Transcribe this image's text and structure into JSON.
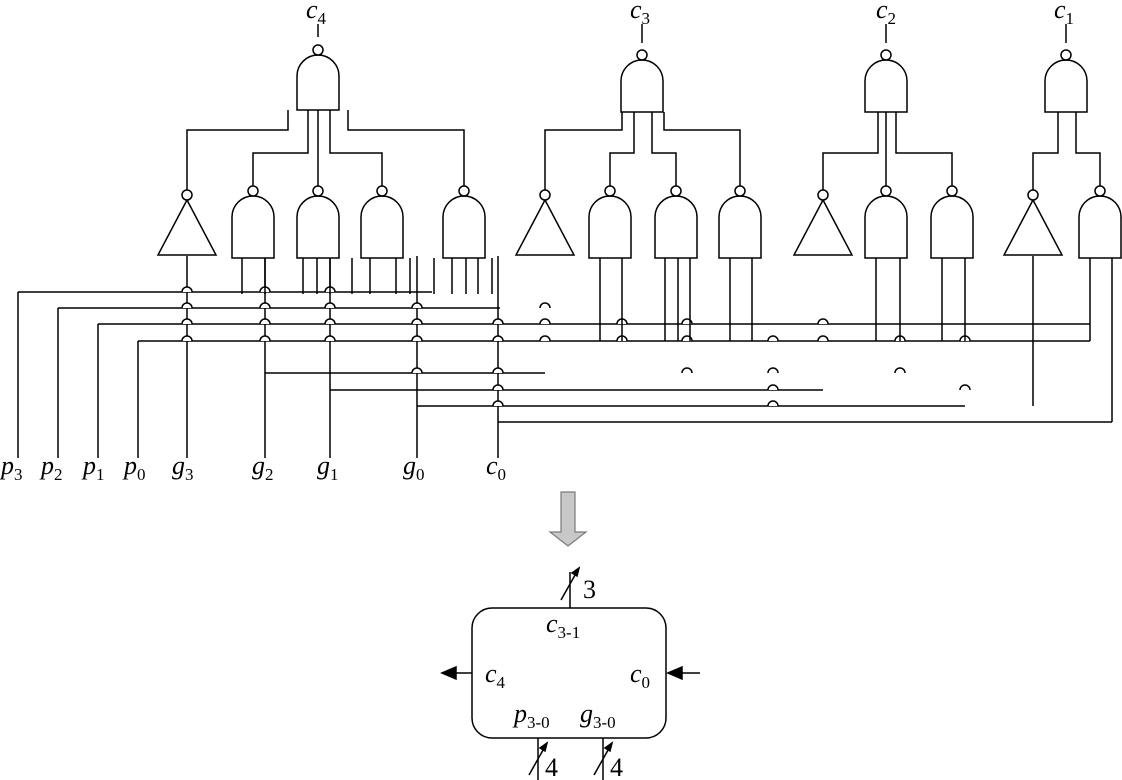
{
  "outputs": [
    {
      "name": "c",
      "sub": "4"
    },
    {
      "name": "c",
      "sub": "3"
    },
    {
      "name": "c",
      "sub": "2"
    },
    {
      "name": "c",
      "sub": "1"
    }
  ],
  "inputs": [
    {
      "name": "p",
      "sub": "3"
    },
    {
      "name": "p",
      "sub": "2"
    },
    {
      "name": "p",
      "sub": "1"
    },
    {
      "name": "p",
      "sub": "0"
    },
    {
      "name": "g",
      "sub": "3"
    },
    {
      "name": "g",
      "sub": "2"
    },
    {
      "name": "g",
      "sub": "1"
    },
    {
      "name": "g",
      "sub": "0"
    },
    {
      "name": "c",
      "sub": "0"
    }
  ],
  "block": {
    "top": {
      "name": "c",
      "sub": "3-1"
    },
    "left": {
      "name": "c",
      "sub": "4"
    },
    "right": {
      "name": "c",
      "sub": "0"
    },
    "bottom_left": {
      "name": "p",
      "sub": "3-0"
    },
    "bottom_right": {
      "name": "g",
      "sub": "3-0"
    },
    "top_bus_width": "3",
    "bottom_left_bus_width": "4",
    "bottom_right_bus_width": "4"
  },
  "colors": {
    "line": "#000000",
    "arrow_fill": "#c8c8c8",
    "arrow_stroke": "#7a7a7a"
  }
}
